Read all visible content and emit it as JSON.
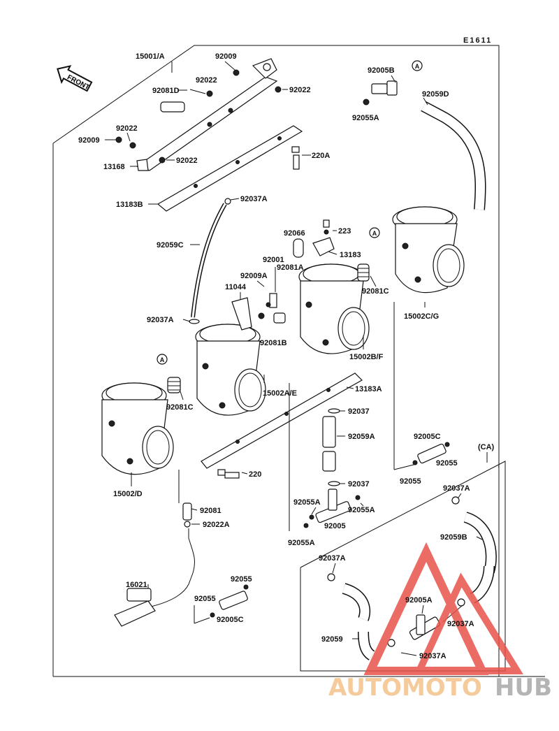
{
  "diagram_code": "E1611",
  "front_label": "FRONT",
  "group_label": "(CA)",
  "labels": {
    "p15001A": "15001/A",
    "p92009_top": "92009",
    "p92022_a": "92022",
    "p92081D": "92081D",
    "p92022_b": "92022",
    "p92022_c": "92022",
    "p92009_left": "92009",
    "p13168": "13168",
    "p92022_d": "92022",
    "p220A": "220A",
    "p13183B": "13183B",
    "p92037A_top": "92037A",
    "p92059C": "92059C",
    "p92037A_left": "92037A",
    "p92066": "92066",
    "p223": "223",
    "p13183": "13183",
    "p92001": "92001",
    "p92009A": "92009A",
    "p92081A": "92081A",
    "p11044": "11044",
    "p92081B": "92081B",
    "p92081C_right": "92081C",
    "p15002CG": "15002C/G",
    "p15002BF": "15002B/F",
    "p15002AE": "15002A/E",
    "p13183A": "13183A",
    "p92081C_left": "92081C",
    "p15002D": "15002/D",
    "p220": "220",
    "p92037_a": "92037",
    "p92059A": "92059A",
    "p92037_b": "92037",
    "p92055A_left": "92055A",
    "p92005": "92005",
    "p92055A_right": "92055A",
    "p92055A_bottom": "92055A",
    "p92005C_right": "92005C",
    "p92055_right1": "92055",
    "p92055_right2": "92055",
    "p92081": "92081",
    "p92022A": "92022A",
    "p16021": "16021",
    "p92055_low1": "92055",
    "p92055_low2": "92055",
    "p92005C_low": "92005C",
    "p92005B": "92005B",
    "p92055A_top": "92055A",
    "p92059D": "92059D",
    "ca_92037A_1": "92037A",
    "ca_92059B": "92059B",
    "ca_92037A_2": "92037A",
    "ca_92005A": "92005A",
    "ca_92037A_3": "92037A",
    "ca_92059": "92059",
    "ca_92037A_4": "92037A"
  },
  "markers": {
    "a1": "A",
    "a2": "A",
    "a3": "A"
  },
  "watermark": {
    "part1": "AUTOMOTO",
    "part2": "HUB",
    "color1": "#f5c28a",
    "color2": "#a8a8a8",
    "triangle_color": "#e8534a"
  }
}
